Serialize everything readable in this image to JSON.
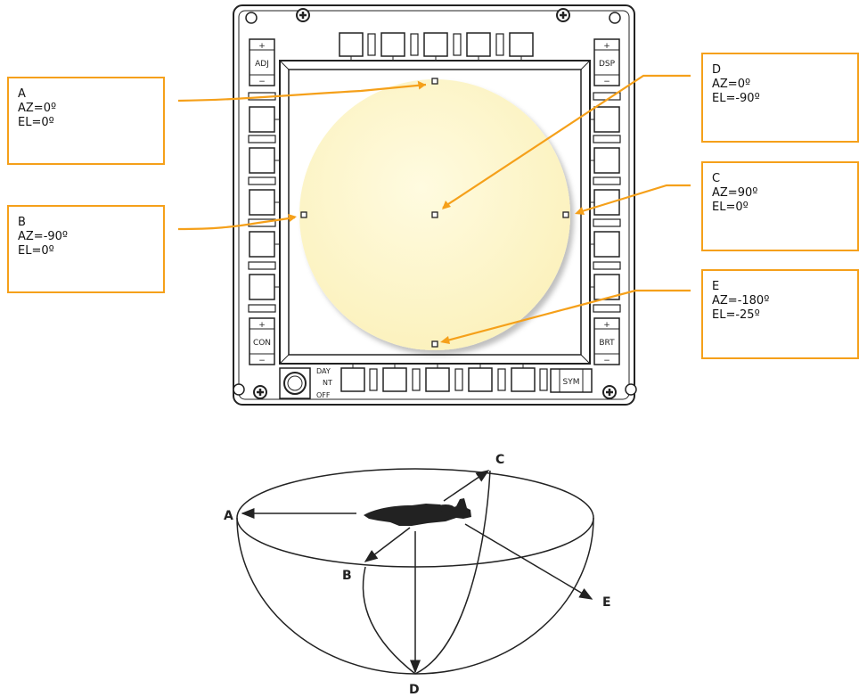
{
  "mfcd": {
    "rocker_labels": {
      "adj": "ADJ",
      "dsp": "DSP",
      "con": "CON",
      "brt": "BRT",
      "plus": "+",
      "minus": "−"
    },
    "mode_knob": {
      "day": "DAY",
      "nt": "NT",
      "off": "OFF"
    },
    "sym_label": "SYM"
  },
  "callouts": [
    {
      "letter": "A",
      "az": "AZ=0º",
      "el": "EL=0º"
    },
    {
      "letter": "B",
      "az": "AZ=-90º",
      "el": "EL=0º"
    },
    {
      "letter": "C",
      "az": "AZ=90º",
      "el": "EL=0º"
    },
    {
      "letter": "D",
      "az": "AZ=0º",
      "el": "EL=-90º"
    },
    {
      "letter": "E",
      "az": "AZ=-180º",
      "el": "EL=-25º"
    }
  ],
  "hemisphere": {
    "labels": {
      "a": "A",
      "b": "B",
      "c": "C",
      "d": "D",
      "e": "E"
    }
  },
  "colors": {
    "callout": "#f5a01a",
    "disc": "#fff7cc",
    "bezel": "#ffffff",
    "line": "#222222"
  }
}
